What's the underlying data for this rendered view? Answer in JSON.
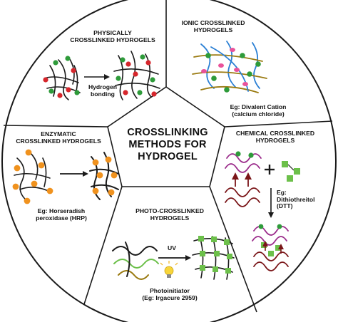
{
  "center": {
    "title_lines": [
      "CROSSLINKING",
      "METHODS FOR",
      "HYDROGEL"
    ]
  },
  "segments": {
    "physical": {
      "title_lines": [
        "PHYSICALLY",
        "CROSSLINKED HYDROGELS"
      ],
      "caption_lines": [
        "Hydrogen",
        "bonding"
      ]
    },
    "ionic": {
      "title_lines": [
        "IONIC CROSSLINKED",
        "HYDROGELS"
      ],
      "example_lines": [
        "Eg: Divalent Cation",
        "(calcium chloride)"
      ]
    },
    "chemical": {
      "title_lines": [
        "CHEMICAL CROSSLINKED",
        "HYDROGELS"
      ],
      "example_lines": [
        "Eg:",
        "Dithiothreitol",
        "(DTT)"
      ]
    },
    "photo": {
      "title_lines": [
        "PHOTO-CROSSLINKED",
        "HYDROGELS"
      ],
      "arrow_label": "UV",
      "example_lines": [
        "Photoinitiator",
        "(Eg: Irgacure 2959)"
      ]
    },
    "enzymatic": {
      "title_lines": [
        "ENZYMATIC",
        "CROSSLINKED HYDROGELS"
      ],
      "example_lines": [
        "Eg: Horseradish",
        "peroxidase (HRP)"
      ]
    }
  },
  "colors": {
    "outline": "#1a1a1a",
    "green": "#2e9b3a",
    "red": "#d6262c",
    "orange": "#f0921e",
    "pink": "#e9539a",
    "blue": "#2a7fd4",
    "olive": "#9a7a10",
    "light_green": "#6cc04a",
    "dark_red": "#7a1518",
    "bulb_yellow": "#f7d53a"
  }
}
